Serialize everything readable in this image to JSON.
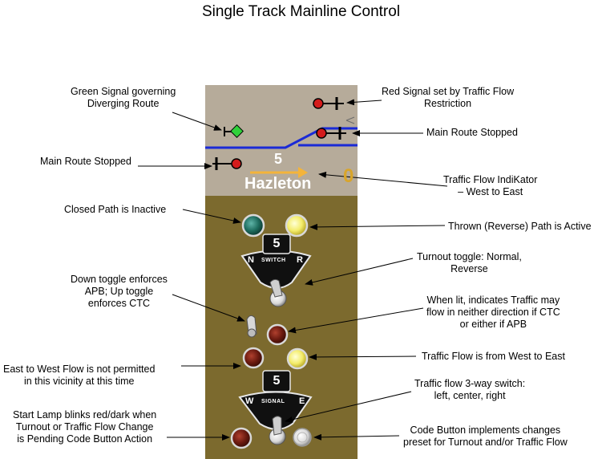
{
  "title": "Single Track Mainline Control",
  "panel": {
    "track_number": "5",
    "station_name": "Hazleton",
    "direction_indicator": "0",
    "switch_plate": {
      "number": "5",
      "word": "SWITCH",
      "left": "N",
      "right": "R"
    },
    "signal_plate": {
      "number": "5",
      "word": "SIGNAL",
      "left": "W",
      "right": "E"
    }
  },
  "annotations": {
    "green_signal": [
      "Green  Signal governing",
      "Diverging Route"
    ],
    "red_signal": [
      "Red Signal set by Traffic Flow",
      "Restriction"
    ],
    "main_route_right": "Main Route Stopped",
    "main_route_left": "Main Route Stopped",
    "traffic_indicator": [
      "Traffic Flow IndiKator",
      "– West to East"
    ],
    "closed_path": "Closed Path is Inactive",
    "thrown_path": "Thrown (Reverse) Path is Active",
    "down_toggle": [
      "Down toggle enforces",
      "APB; Up toggle",
      "enforces CTC"
    ],
    "turnout_toggle": [
      "Turnout toggle: Normal,",
      "Reverse"
    ],
    "when_lit": [
      "When lit, indicates Traffic may",
      "flow in neither direction if CTC",
      "or either if APB"
    ],
    "east_west": [
      "East to West Flow is not permitted",
      "in this vicinity at this time"
    ],
    "traffic_flow_west_east": "Traffic Flow is from West to East",
    "three_way": [
      "Traffic flow 3-way switch:",
      "left, center, right"
    ],
    "start_lamp": [
      "Start Lamp blinks red/dark when",
      "Turnout or Traffic Flow Change",
      "is Pending Code Button Action"
    ],
    "code_button": [
      "Code Button implements changes",
      "preset for Turnout and/or Traffic Flow"
    ]
  },
  "colors": {
    "panel_top": "#b6ab9a",
    "panel_bottom": "#7c6a2e",
    "track": "#1a2ad6",
    "signal_red": "#d41c1c",
    "signal_green": "#2fd13a",
    "lamp_yellow": "#f3ec6a",
    "lamp_red": "#6a1a10",
    "lamp_teal": "#1e6c5e",
    "arrow_orange": "#f4b43a"
  }
}
